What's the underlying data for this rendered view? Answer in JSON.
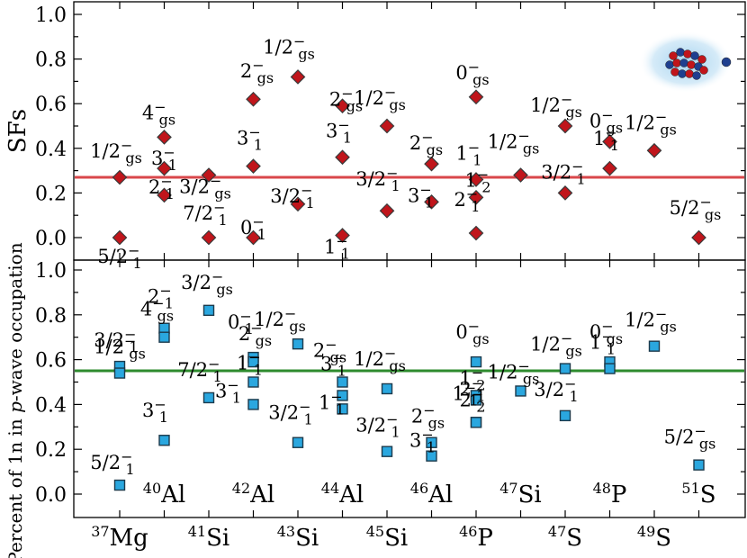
{
  "chart_data": [
    {
      "type": "scatter",
      "ylabel": "SFs",
      "ylim": [
        -0.1,
        1.0
      ],
      "yticks": [
        "0.0",
        "0.2",
        "0.4",
        "0.6",
        "0.8",
        "1.0"
      ],
      "ytick_values": [
        0.0,
        0.2,
        0.4,
        0.6,
        0.8,
        1.0
      ],
      "reference_line": {
        "y": 0.27,
        "color": "#d9474b"
      },
      "marker": "diamond",
      "marker_color": "#c0151b",
      "points": [
        {
          "x": 0,
          "y": 0.27,
          "label": "1/2−gs"
        },
        {
          "x": 0,
          "y": 0.0,
          "label": "5/2−1"
        },
        {
          "x": 1,
          "y": 0.45,
          "label": "4−gs"
        },
        {
          "x": 1,
          "y": 0.31,
          "label": "3−1"
        },
        {
          "x": 1,
          "y": 0.19,
          "label": "2−1"
        },
        {
          "x": 2,
          "y": 0.28,
          "label": "3/2−gs"
        },
        {
          "x": 2,
          "y": 0.0,
          "label": "7/2−1"
        },
        {
          "x": 3,
          "y": 0.62,
          "label": "2−gs"
        },
        {
          "x": 3,
          "y": 0.32,
          "label": "3−1"
        },
        {
          "x": 3,
          "y": 0.0,
          "label": "0−1"
        },
        {
          "x": 4,
          "y": 0.72,
          "label": "1/2−gs"
        },
        {
          "x": 4,
          "y": 0.15,
          "label": "3/2−1"
        },
        {
          "x": 5,
          "y": 0.59,
          "label": "2−gs"
        },
        {
          "x": 5,
          "y": 0.36,
          "label": "3−1"
        },
        {
          "x": 5,
          "y": 0.01,
          "label": "1−1"
        },
        {
          "x": 6,
          "y": 0.5,
          "label": "1/2−gs"
        },
        {
          "x": 6,
          "y": 0.12,
          "label": "3/2−1"
        },
        {
          "x": 7,
          "y": 0.33,
          "label": "2−gs"
        },
        {
          "x": 7,
          "y": 0.16,
          "label": "3−1"
        },
        {
          "x": 8,
          "y": 0.63,
          "label": "0−gs"
        },
        {
          "x": 8,
          "y": 0.26,
          "label": "1−1"
        },
        {
          "x": 8,
          "y": 0.18,
          "label": "1−2"
        },
        {
          "x": 8,
          "y": 0.02,
          "label": "2−1"
        },
        {
          "x": 9,
          "y": 0.28,
          "label": "1/2−gs"
        },
        {
          "x": 10,
          "y": 0.5,
          "label": "1/2−gs"
        },
        {
          "x": 10,
          "y": 0.2,
          "label": "3/2−1"
        },
        {
          "x": 11,
          "y": 0.43,
          "label": "0−gs"
        },
        {
          "x": 11,
          "y": 0.31,
          "label": "1−1"
        },
        {
          "x": 12,
          "y": 0.39,
          "label": "1/2−gs"
        },
        {
          "x": 13,
          "y": 0.0,
          "label": "5/2−gs"
        }
      ]
    },
    {
      "type": "scatter",
      "ylabel": "Percent of 1n in p-wave occupation",
      "ylim": [
        -0.1,
        1.0
      ],
      "yticks": [
        "0.0",
        "0.2",
        "0.4",
        "0.6",
        "0.8",
        "1.0"
      ],
      "ytick_values": [
        0.0,
        0.2,
        0.4,
        0.6,
        0.8,
        1.0
      ],
      "reference_line": {
        "y": 0.55,
        "color": "#2e8b2e"
      },
      "marker": "square",
      "marker_color": "#2aa7df",
      "xlabels": [
        {
          "mass": "37",
          "elem": "Mg"
        },
        {
          "mass": "40",
          "elem": "Al"
        },
        {
          "mass": "41",
          "elem": "Si"
        },
        {
          "mass": "42",
          "elem": "Al"
        },
        {
          "mass": "43",
          "elem": "Si"
        },
        {
          "mass": "44",
          "elem": "Al"
        },
        {
          "mass": "45",
          "elem": "Si"
        },
        {
          "mass": "46",
          "elem": "Al"
        },
        {
          "mass": "46",
          "elem": "P"
        },
        {
          "mass": "47",
          "elem": "Si"
        },
        {
          "mass": "47",
          "elem": "S"
        },
        {
          "mass": "48",
          "elem": "P"
        },
        {
          "mass": "49",
          "elem": "S"
        },
        {
          "mass": "51",
          "elem": "S"
        }
      ],
      "points": [
        {
          "x": 0,
          "y": 0.57,
          "label": "3/2−1"
        },
        {
          "x": 0,
          "y": 0.54,
          "label": "1/2−gs"
        },
        {
          "x": 0,
          "y": 0.04,
          "label": "5/2−1"
        },
        {
          "x": 1,
          "y": 0.74,
          "label": "2−1"
        },
        {
          "x": 1,
          "y": 0.7,
          "label": "4−gs"
        },
        {
          "x": 1,
          "y": 0.24,
          "label": "3−1"
        },
        {
          "x": 2,
          "y": 0.82,
          "label": "3/2−gs"
        },
        {
          "x": 2,
          "y": 0.43,
          "label": "7/2−1"
        },
        {
          "x": 3,
          "y": 0.61,
          "label": "0−1"
        },
        {
          "x": 3,
          "y": 0.59,
          "label": "2−gs"
        },
        {
          "x": 3,
          "y": 0.5,
          "label": "1−1"
        },
        {
          "x": 3,
          "y": 0.4,
          "label": "3−1"
        },
        {
          "x": 4,
          "y": 0.67,
          "label": "1/2−gs"
        },
        {
          "x": 4,
          "y": 0.23,
          "label": "3/2−1"
        },
        {
          "x": 5,
          "y": 0.5,
          "label": "2−gs"
        },
        {
          "x": 5,
          "y": 0.44,
          "label": "3−1"
        },
        {
          "x": 5,
          "y": 0.38,
          "label": "1−1"
        },
        {
          "x": 6,
          "y": 0.47,
          "label": "1/2−gs"
        },
        {
          "x": 6,
          "y": 0.19,
          "label": "3/2−1"
        },
        {
          "x": 7,
          "y": 0.23,
          "label": "2−gs"
        },
        {
          "x": 7,
          "y": 0.17,
          "label": "3−1"
        },
        {
          "x": 8,
          "y": 0.59,
          "label": "0−gs"
        },
        {
          "x": 8,
          "y": 0.44,
          "label": "1−2"
        },
        {
          "x": 8,
          "y": 0.42,
          "label": "1−1"
        },
        {
          "x": 8,
          "y": 0.32,
          "label": "2−1"
        },
        {
          "x": 8,
          "y": 0.32,
          "label": "2−2"
        },
        {
          "x": 9,
          "y": 0.46,
          "label": "1/2−gs"
        },
        {
          "x": 10,
          "y": 0.56,
          "label": "1/2−gs"
        },
        {
          "x": 10,
          "y": 0.35,
          "label": "3/2−1"
        },
        {
          "x": 11,
          "y": 0.59,
          "label": "0−gs"
        },
        {
          "x": 11,
          "y": 0.56,
          "label": "1−1"
        },
        {
          "x": 12,
          "y": 0.66,
          "label": "1/2−gs"
        },
        {
          "x": 13,
          "y": 0.13,
          "label": "5/2−gs"
        }
      ]
    }
  ]
}
